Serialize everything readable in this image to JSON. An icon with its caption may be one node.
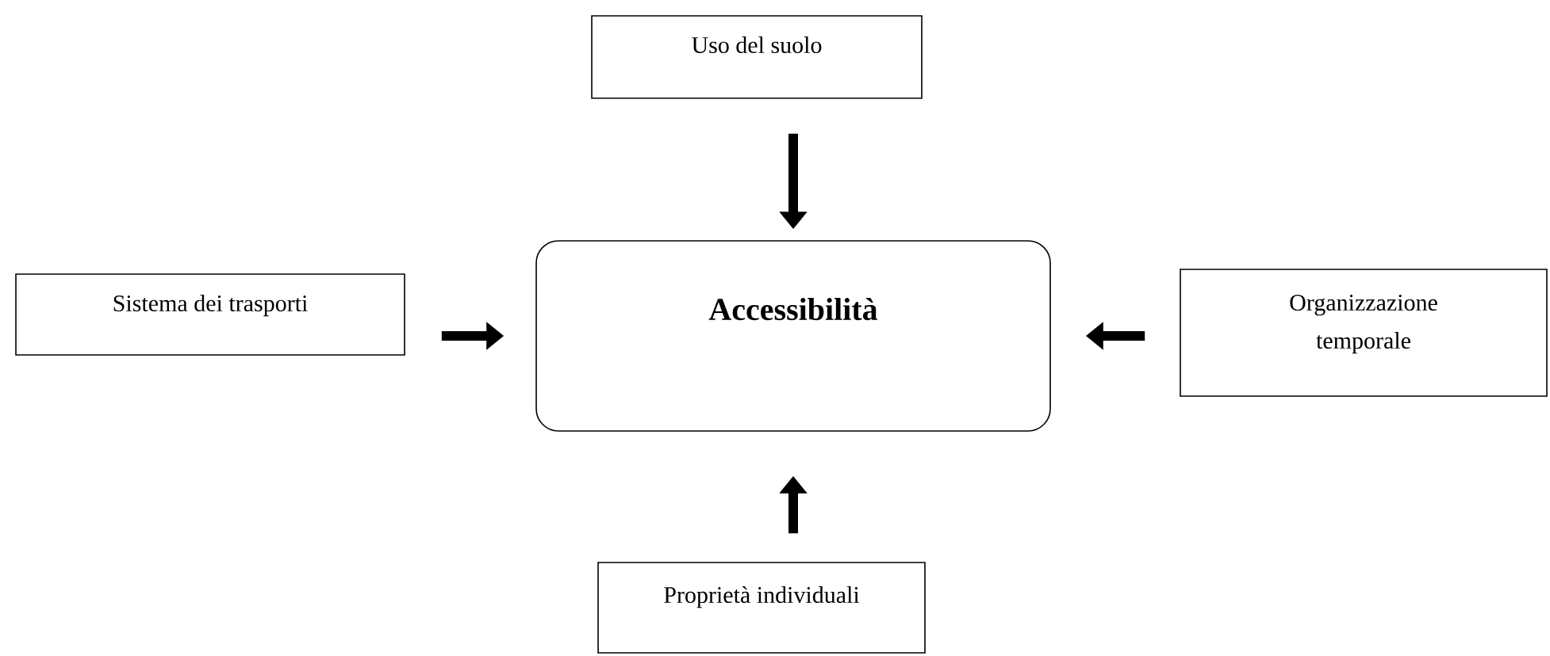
{
  "diagram": {
    "nodes": [
      {
        "text": [
          "Uso del suolo"
        ]
      },
      {
        "text": [
          "Sistema dei trasporti"
        ]
      },
      {
        "text": [
          "Accessibilità"
        ]
      },
      {
        "text": [
          "Organizzazione temporale"
        ]
      },
      {
        "text": [
          "Proprietà individuali"
        ]
      }
    ],
    "edges": [
      {
        "from": 0,
        "to": 2,
        "arrow": "to"
      },
      {
        "from": 1,
        "to": 2,
        "arrow": "to"
      },
      {
        "from": 3,
        "to": 2,
        "arrow": "to"
      },
      {
        "from": 4,
        "to": 2,
        "arrow": "to"
      }
    ]
  }
}
